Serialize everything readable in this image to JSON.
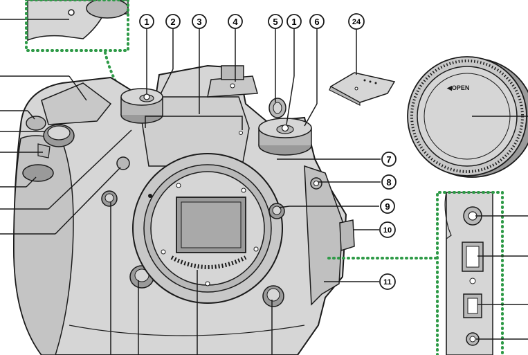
{
  "colors": {
    "body": "#d6d6d6",
    "body_dark": "#b8b8b8",
    "body_darker": "#9a9a9a",
    "outline": "#1a1a1a",
    "accent_green": "#2e9a47",
    "sensor": "#a9a9a9",
    "white": "#ffffff"
  },
  "callouts": {
    "c1a": "1",
    "c2": "2",
    "c3": "3",
    "c4": "4",
    "c5": "5",
    "c1b": "1",
    "c6": "6",
    "c24": "24",
    "c7": "7",
    "c8": "8",
    "c9": "9",
    "c10": "10",
    "c11": "11"
  },
  "body_cap": {
    "open_label": "◀OPEN"
  }
}
